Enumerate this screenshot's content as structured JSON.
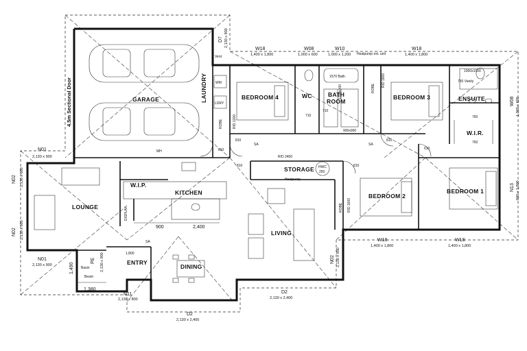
{
  "rooms": {
    "garage": "GARAGE",
    "laundry": "LAUNDRY",
    "bedroom4": "BEDROOM 4",
    "wc": "WC",
    "bathroom_line1": "BATH",
    "bathroom_line2": "ROOM",
    "bedroom3": "BEDROOM 3",
    "ensuite": "ENSUITE",
    "wir": "W.I.R.",
    "wip": "W.I.P.",
    "kitchen": "KITCHEN",
    "storage": "STORAGE",
    "hwc_line1": "HWC",
    "hwc_line2": "250",
    "bedroom2": "BEDROOM 2",
    "bedroom1": "BEDROOM 1",
    "lounge": "LOUNGE",
    "living": "LIVING",
    "display": "DISPLAY",
    "entry": "ENTRY",
    "dining": "DINING",
    "robe": "ROBE",
    "sectional_door": "4.5m Sectional Door",
    "pe": "PE"
  },
  "windows": {
    "d7": {
      "code": "D7",
      "size": "2,130 x 900"
    },
    "w18_a": {
      "code": "W18",
      "size": "1,400 x 1,800"
    },
    "w08_a": {
      "code": "W08",
      "size": "1,000 x 600"
    },
    "w10": {
      "code": "W10",
      "size": "1,000 x 1,200"
    },
    "w18_b": {
      "code": "W18",
      "size": "1,400 x 1,800"
    },
    "w08_b": {
      "code": "W08",
      "size": "1,000 x 600"
    },
    "n13": {
      "code": "N13",
      "size": "600 x 1,800"
    },
    "w18_c": {
      "code": "W18",
      "size": "1,400 x 1,800"
    },
    "w18_d": {
      "code": "W18",
      "size": "1,400 x 1,800"
    },
    "n02_right": {
      "code": "N02",
      "size": "2,130 x 900"
    },
    "d2_right": {
      "code": "D2",
      "size": "2,130 x 2,400"
    },
    "d2_bottom": {
      "code": "D2",
      "size": "2,130 x 2,400"
    },
    "n11": {
      "code": "N11",
      "size": "2,130 x 800"
    },
    "n01_top": {
      "code": "N01",
      "size": "2,130 x 900"
    },
    "n02_top": {
      "code": "N02",
      "size": "2,130 x 800"
    },
    "n02_bottom": {
      "code": "N02",
      "size": "2,130 x 800"
    },
    "n01_bottom": {
      "code": "N01",
      "size": "2,130 x 900"
    },
    "pe_size": "2,130 x 900"
  },
  "dimensions": {
    "d900": "900",
    "d2400": "2,400",
    "d1490": "1,490",
    "d1380": "1,380",
    "d1800": "1,800",
    "d760a": "760",
    "d760b": "760",
    "d710a": "710",
    "d710b": "710",
    "d810a": "810",
    "d810b": "810",
    "d810c": "810",
    "d810d": "810",
    "d810e": "810",
    "d610": "610",
    "rd1800": "R/D 1800",
    "rd2400": "R/D 2400",
    "rd1600": "R/D 1600",
    "rd1200": "R/D 1200",
    "sa": "SA",
    "mh": "MH",
    "vent": "Vent",
    "wm": "WM",
    "ldry": "LDRY",
    "hwc_unit": "Heatpump ext. unit",
    "heatpump": "Heatpump",
    "bath_1570": "1570 Bath",
    "shower_1200": "1200x900",
    "shower_900": "900x900",
    "vanity_750": "750 Vanity",
    "vanity_1000": "1000x1000",
    "basin": "Basin",
    "beam": "Beam"
  }
}
